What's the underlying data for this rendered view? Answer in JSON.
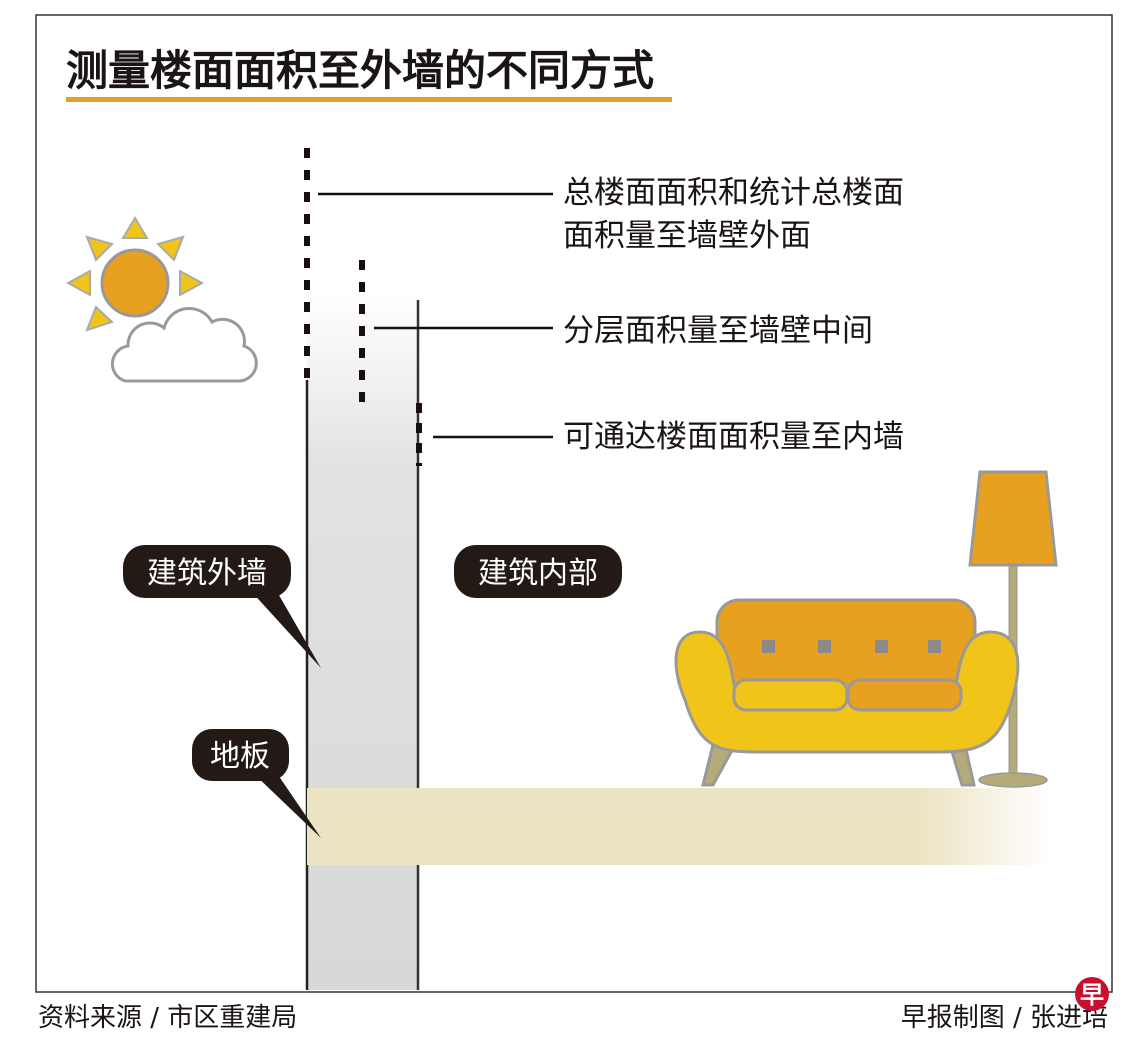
{
  "title": "测量楼面面积至外墙的不同方式",
  "annotations": {
    "gross_floor_area_line1": "总楼面面积和统计总楼面",
    "gross_floor_area_line2": "面积量至墙壁外面",
    "strata_area": "分层面积量至墙壁中间",
    "accessible_area": "可通达楼面面积量至内墙"
  },
  "labels": {
    "exterior_wall": "建筑外墙",
    "interior": "建筑内部",
    "floor": "地板"
  },
  "footer": {
    "source": "资料来源 / 市区重建局",
    "credit": "早报制图 / 张进培",
    "logo": "早"
  },
  "colors": {
    "accent_orange": "#e8a020",
    "sofa_yellow": "#f0c419",
    "floor_beige": "#ece3c2",
    "label_dark": "#231a16",
    "logo_red": "#c8102e"
  }
}
